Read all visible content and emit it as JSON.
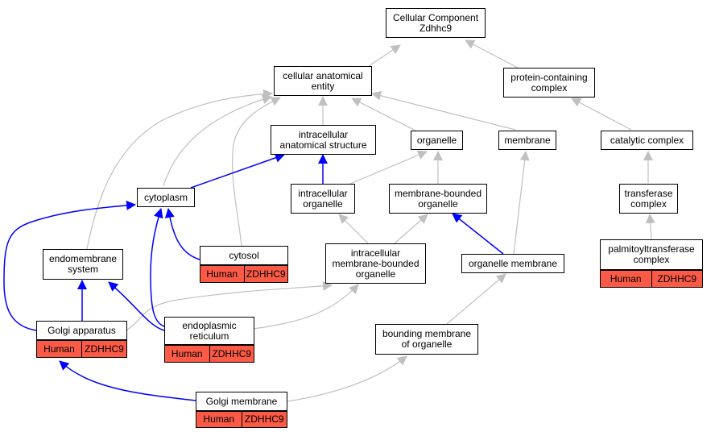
{
  "colors": {
    "edge_gray": "#c0c0c0",
    "edge_blue": "#0000ff",
    "annotation_fill": "#fa5a46"
  },
  "nodes": {
    "root": "Cellular Component\nZdhhc9",
    "cae": "cellular anatomical\nentity",
    "pcc": "protein-containing\ncomplex",
    "ias": "intracellular\nanatomical structure",
    "organelle": "organelle",
    "membrane": "membrane",
    "catalytic": "catalytic complex",
    "cytoplasm": "cytoplasm",
    "io": "intracellular\norganelle",
    "mbo": "membrane-bounded\norganelle",
    "transferase": "transferase\ncomplex",
    "cytosol": "cytosol",
    "endomembrane": "endomembrane\nsystem",
    "imbo": "intracellular\nmembrane-bounded\norganelle",
    "om": "organelle membrane",
    "palm": "palmitoyltransferase\ncomplex",
    "golgi": "Golgi apparatus",
    "er": "endoplasmic\nreticulum",
    "bmo": "bounding membrane\nof organelle",
    "golgi_membrane": "Golgi membrane"
  },
  "annotations": {
    "cytosol": {
      "species": "Human",
      "gene": "ZDHHC9"
    },
    "palm": {
      "species": "Human",
      "gene": "ZDHHC9"
    },
    "golgi": {
      "species": "Human",
      "gene": "ZDHHC9"
    },
    "er": {
      "species": "Human",
      "gene": "ZDHHC9"
    },
    "golgi_membrane": {
      "species": "Human",
      "gene": "ZDHHC9"
    }
  }
}
